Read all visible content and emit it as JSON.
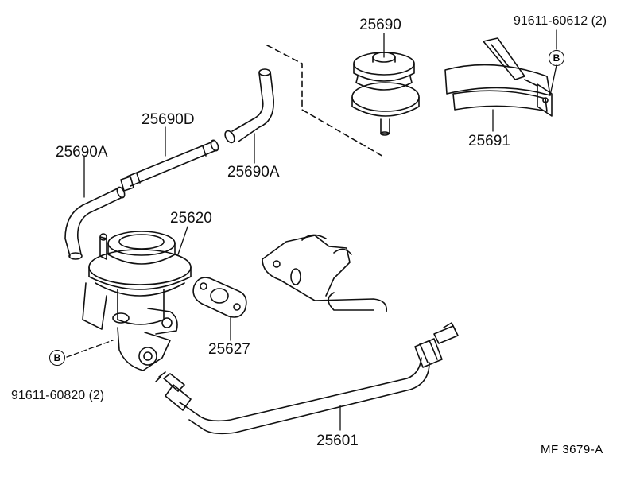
{
  "parts": {
    "p25690": "25690",
    "p91611_60612": "91611-60612 (2)",
    "p25690d": "25690D",
    "p25690a_left": "25690A",
    "p25690a_right": "25690A",
    "p25691": "25691",
    "p25620": "25620",
    "p25627": "25627",
    "p91611_60820": "91611-60820 (2)",
    "p25601": "25601"
  },
  "markers": {
    "b_top": "B",
    "b_left": "B"
  },
  "reference": "MF  3679-A"
}
